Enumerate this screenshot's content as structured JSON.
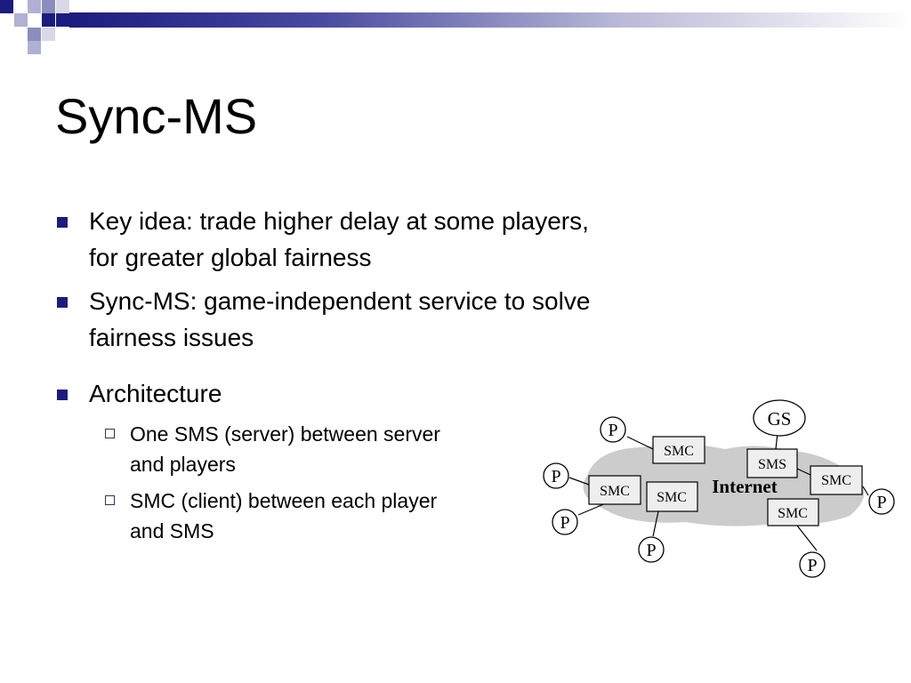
{
  "slide": {
    "title": "Sync-MS",
    "bullets": [
      "Key idea: trade higher delay at some players,",
      "for greater global fairness",
      "Sync-MS: game-independent service to solve",
      "fairness issues",
      "Architecture"
    ],
    "sub_bullets": [
      "One SMS (server) between server",
      "and players",
      "SMC (client) between each player",
      "and SMS"
    ]
  },
  "diagram": {
    "cloud_label": "Internet",
    "game_server_label": "GS",
    "server_box_label": "SMS",
    "client_box_label": "SMC",
    "player_label": "P"
  },
  "colors": {
    "accent": "#1c1c80",
    "cloud": "#cccccc"
  }
}
